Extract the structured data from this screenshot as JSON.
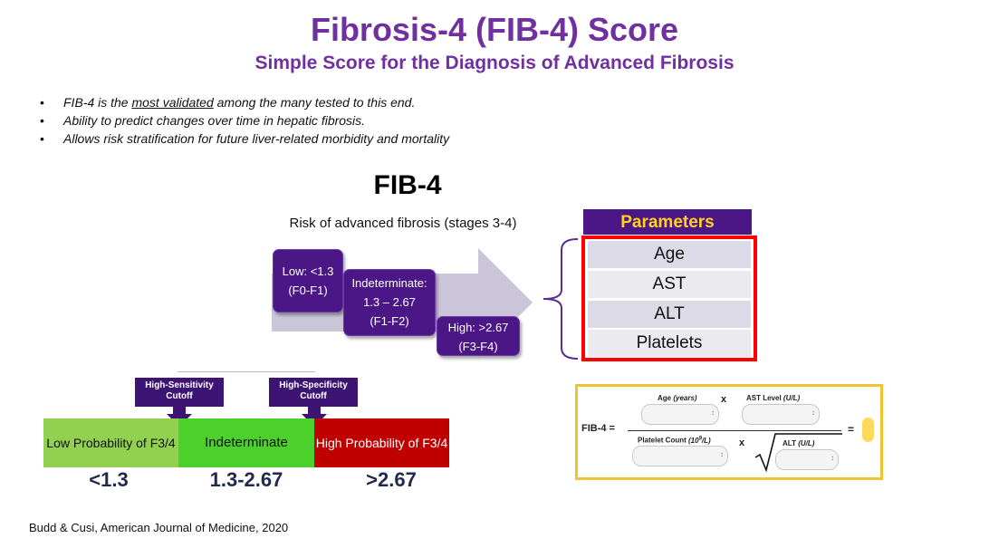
{
  "title": "Fibrosis-4 (FIB-4) Score",
  "subtitle": "Simple Score for the Diagnosis of Advanced Fibrosis",
  "bullets": [
    {
      "before": "FIB-4 is the ",
      "emphasis": "most validated",
      "after": " among the many tested to this end."
    },
    {
      "text": "Ability to predict changes over time in hepatic fibrosis."
    },
    {
      "text": "Allows risk stratification for future liver-related morbidity and mortality"
    }
  ],
  "bullet_glyph": "•",
  "fib4_heading": "FIB-4",
  "risk_caption": "Risk of advanced fibrosis (stages 3-4)",
  "stages": {
    "low": {
      "line1": "Low: <1.3",
      "line2": "(F0-F1)"
    },
    "indeterminate": {
      "line1": "Indeterminate:",
      "line2": "1.3 – 2.67",
      "line3": "(F1-F2)"
    },
    "high": {
      "line1": "High: >2.67",
      "line2": "(F3-F4)"
    }
  },
  "parameters": {
    "header": "Parameters",
    "items": [
      "Age",
      "AST",
      "ALT",
      "Platelets"
    ]
  },
  "cutoffs": {
    "sensitivity": {
      "line1": "High-Sensitivity",
      "line2": "Cutoff"
    },
    "specificity": {
      "line1": "High-Specificity",
      "line2": "Cutoff"
    }
  },
  "bands": {
    "low": "Low Probability of F3/4",
    "mid": "Indeterminate",
    "high": "High Probability of F3/4"
  },
  "band_values": {
    "low": "<1.3",
    "mid": "1.3-2.67",
    "high": ">2.67"
  },
  "calculator": {
    "lhs": "FIB-4 =",
    "age_label": "Age",
    "age_unit": "(years)",
    "times1": "x",
    "ast_label": "AST Level",
    "ast_unit": "(U/L)",
    "platelet_label": "Platelet Count",
    "platelet_unit_pre": "(10",
    "platelet_unit_exp": "9",
    "platelet_unit_post": "/L)",
    "times2": "x",
    "alt_label": "ALT",
    "alt_unit": "(U/L)",
    "equals": "=",
    "sqrt": "√"
  },
  "citation": "Budd & Cusi, American Journal of Medicine, 2020",
  "colors": {
    "purple": "#7030a0",
    "dark_purple": "#4b1686",
    "yellow": "#ffd21f",
    "red_border": "#ff0000",
    "band_low": "#92d050",
    "band_mid": "#4cd12c",
    "band_high": "#c00000"
  }
}
